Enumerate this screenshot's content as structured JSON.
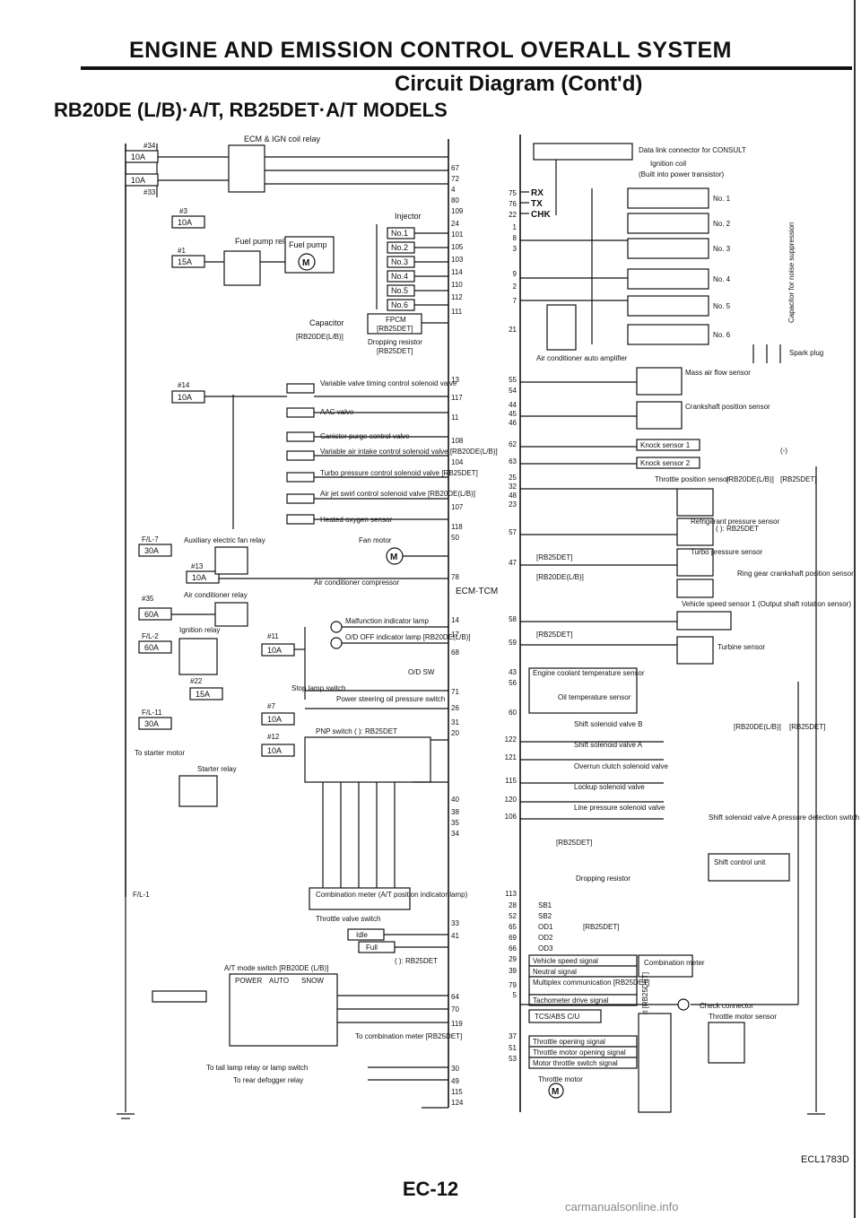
{
  "header": {
    "title": "ENGINE AND EMISSION CONTROL OVERALL SYSTEM",
    "subtitle": "Circuit Diagram (Cont'd)",
    "models": "RB20DE (L/B)·A/T, RB25DET·A/T MODELS"
  },
  "footer": {
    "figure_code": "ECL1783D",
    "page_number": "EC-12",
    "watermark": "carmanualsonline.info"
  },
  "left_side": {
    "fuses": [
      "10A",
      "10A",
      "10A",
      "15A",
      "10A",
      "30A",
      "10A",
      "60A",
      "30A",
      "15A",
      "10A",
      "10A"
    ],
    "fusible_links": [
      "F/L-7",
      "F/L-2",
      "F/L-11",
      "F/L-1"
    ],
    "fuse_numbers": [
      "#34",
      "#33",
      "#3",
      "#1",
      "#14",
      "#13",
      "#35",
      "#11",
      "#22",
      "#7",
      "#12"
    ],
    "labels": [
      "ECM & IGN coil relay",
      "Fuel pump relay",
      "Fuel pump",
      "Injector",
      "Capacitor",
      "FPCM",
      "[RB25DET]",
      "[RB20DE(L/B)]",
      "Dropping resistor",
      "Variable valve timing control solenoid valve",
      "AAC valve",
      "Canister purge control valve",
      "Variable air intake control solenoid valve [RB20DE(L/B)]",
      "Turbo pressure control solenoid valve [RB25DET]",
      "Air jet swirl control solenoid valve [RB20DE(L/B)]",
      "Heated oxygen sensor",
      "Auxiliary electric fan relay",
      "Fan motor",
      "Air conditioner compressor",
      "Air conditioner relay",
      "Ignition relay",
      "Malfunction indicator lamp",
      "O/D OFF indicator lamp [RB20DE(L/B)]",
      "O/D SW",
      "Stop lamp switch",
      "Power steering oil pressure switch",
      "PNP switch ( ): RB25DET",
      "To starter motor",
      "Starter relay",
      "Combination meter (A/T position indicator lamp)",
      "Throttle valve switch",
      "Idle",
      "Full",
      "( ): RB25DET",
      "A/T mode switch [RB20DE (L/B)]",
      "POWER",
      "AUTO",
      "SNOW",
      "To combination meter [RB25DET]",
      "To tail lamp relay or lamp switch",
      "To rear defogger relay"
    ],
    "injectors": [
      "No.1",
      "No.2",
      "No.3",
      "No.4",
      "No.5",
      "No.6"
    ]
  },
  "ecm": {
    "label": "ECM·TCM",
    "left_pins": [
      "67",
      "72",
      "4",
      "80",
      "109",
      "24",
      "101",
      "105",
      "103",
      "114",
      "110",
      "112",
      "111",
      "13",
      "117",
      "11",
      "108",
      "104",
      "107",
      "118",
      "50",
      "78",
      "14",
      "17",
      "68",
      "71",
      "26",
      "31",
      "20",
      "40",
      "38",
      "35",
      "34",
      "33",
      "41",
      "64",
      "70",
      "119",
      "30",
      "49",
      "115",
      "124"
    ],
    "right_pins": [
      "75",
      "76",
      "22",
      "1",
      "8",
      "3",
      "9",
      "2",
      "7",
      "21",
      "55",
      "54",
      "44",
      "45",
      "46",
      "62",
      "63",
      "25",
      "32",
      "48",
      "23",
      "57",
      "47",
      "58",
      "59",
      "43",
      "56",
      "60",
      "122",
      "121",
      "115",
      "120",
      "106",
      "113",
      "28",
      "52",
      "65",
      "69",
      "66",
      "29",
      "39",
      "79",
      "5",
      "37",
      "51",
      "53"
    ],
    "comm_labels": [
      "RX",
      "TX",
      "CHK"
    ]
  },
  "right_side": {
    "labels": [
      "Data link connector for CONSULT",
      "Ignition coil",
      "(Built into power transistor)",
      "Capacitor for noise suppression",
      "Spark plug",
      "Air conditioner auto amplifier",
      "Mass air flow sensor",
      "Crankshaft position sensor",
      "Knock sensor 1",
      "Knock sensor 2",
      "Throttle position sensor",
      "[RB20DE(L/B)]",
      "[RB25DET]",
      "( ): RB25DET",
      "Refrigerant pressure sensor",
      "Turbo pressure sensor",
      "Ring gear crankshaft position sensor",
      "Vehicle speed sensor 1 (Output shaft rotation sensor)",
      "Turbine sensor",
      "Engine coolant temperature sensor",
      "Oil temperature sensor",
      "Shift solenoid valve B",
      "Shift solenoid valve A",
      "Overrun clutch solenoid valve",
      "Lockup solenoid valve",
      "Line pressure solenoid valve",
      "Shift solenoid valve A pressure detection switch",
      "Shift control unit",
      "Dropping resistor",
      "Vehicle speed signal",
      "Neutral signal",
      "Multiplex communication [RB25DET]",
      "Combination meter",
      "Tachometer drive signal",
      "Check connector",
      "TCS/ABS C/U",
      "Throttle opening signal",
      "Throttle motor opening signal",
      "Motor throttle switch signal",
      "Throttle control unit [RB25DET]",
      "Throttle motor",
      "Throttle motor sensor",
      "(-)"
    ],
    "ignition": [
      "No. 1",
      "No. 2",
      "No. 3",
      "No. 4",
      "No. 5",
      "No. 6"
    ],
    "shift_lines": [
      "SB1",
      "SB2",
      "OD1",
      "OD2",
      "OD3"
    ],
    "rb25det_note": "[RB25DET]"
  }
}
